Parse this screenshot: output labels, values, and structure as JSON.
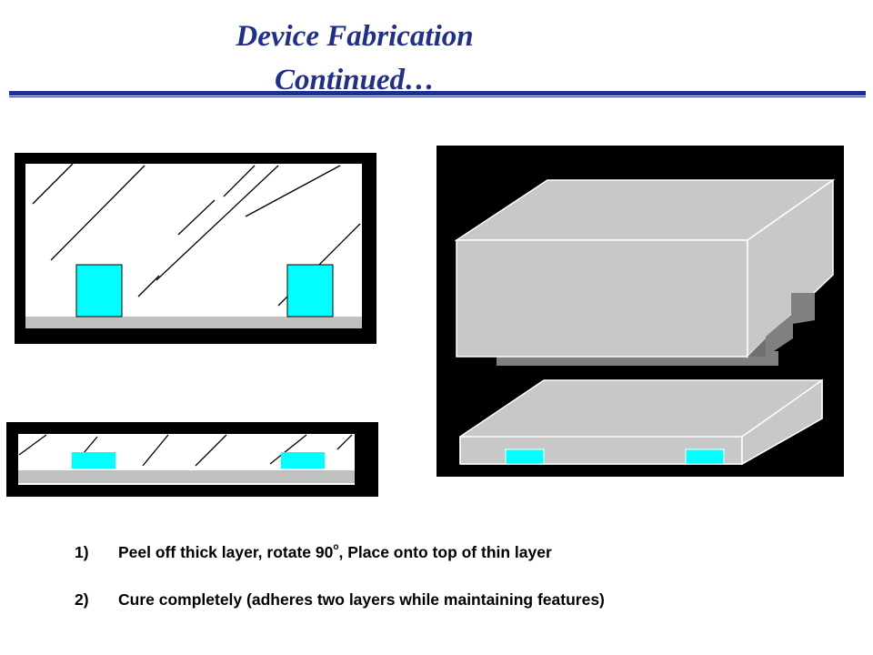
{
  "slide": {
    "title_line1": "Device Fabrication",
    "title_line2": "Continued…",
    "colors": {
      "title": "#1f2f8f",
      "rule": "#1f2f8f",
      "frame": "#000000",
      "feature": "#00ffff",
      "pdms": "#c0c0c0"
    }
  },
  "steps": [
    {
      "number": "1)",
      "text_before": "Peel off thick layer, rotate 90",
      "superscript": "o",
      "text_after": ", Place onto top of thin layer"
    },
    {
      "number": "2)",
      "text": "Cure completely (adheres two layers while maintaining features)"
    }
  ]
}
